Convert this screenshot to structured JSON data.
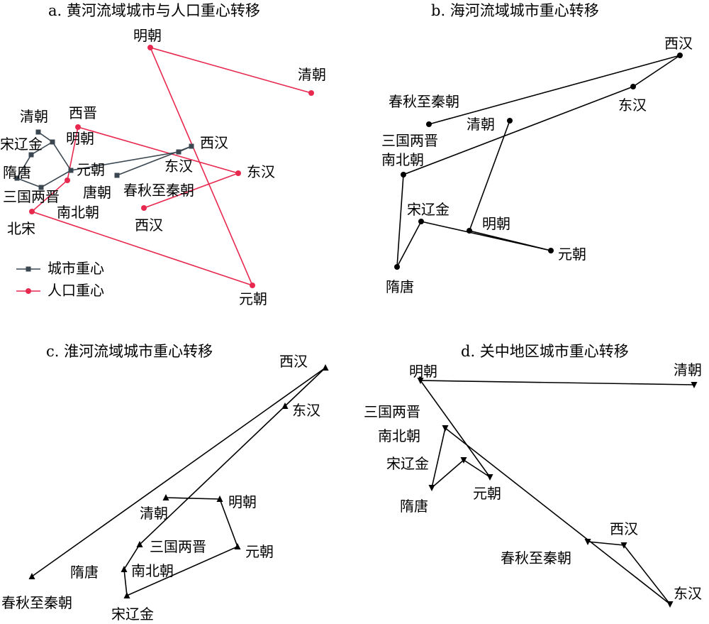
{
  "panels": {
    "a": {
      "title": "a. 黄河流域城市与人口重心转移",
      "legend": {
        "city": "城市重心",
        "population": "人口重心"
      },
      "city_path_labels": [
        "春秋至秦朝",
        "西汉",
        "东汉",
        "三国两晋",
        "南北朝",
        "隋唐",
        "宋辽金",
        "元朝",
        "明朝",
        "清朝"
      ],
      "population_path_labels": [
        "西汉",
        "东汉",
        "西晋",
        "唐朝",
        "北宋",
        "元朝",
        "明朝",
        "清朝"
      ],
      "labels": {
        "ming_pop": "明朝",
        "qing_pop": "清朝",
        "qing_city": "清朝",
        "xijin": "西晋",
        "ming_city": "明朝",
        "songliaojin": "宋辽金",
        "suitang": "隋唐",
        "yuan_city": "元朝",
        "sanguo": "三国两晋",
        "tang": "唐朝",
        "nanbei": "南北朝",
        "beisong": "北宋",
        "xihan_city": "西汉",
        "donghan_city": "东汉",
        "donghan_pop": "东汉",
        "chunqiu": "春秋至秦朝",
        "xihan_pop": "西汉",
        "yuan_pop": "元朝"
      }
    },
    "b": {
      "title": "b. 海河流域城市重心转移",
      "path_labels": [
        "春秋至秦朝",
        "西汉",
        "东汉",
        "三国两晋南北朝",
        "隋唐",
        "宋辽金",
        "元朝",
        "明朝",
        "清朝"
      ],
      "labels": {
        "xihan": "西汉",
        "chunqiu": "春秋至秦朝",
        "donghan": "东汉",
        "qing": "清朝",
        "sanguo": "三国两晋",
        "nanbei": "南北朝",
        "songliaojin": "宋辽金",
        "ming": "明朝",
        "yuan": "元朝",
        "suitang": "隋唐"
      }
    },
    "c": {
      "title": "c. 淮河流域城市重心转移",
      "path_labels": [
        "春秋至秦朝",
        "西汉",
        "东汉",
        "三国两晋南北朝",
        "隋唐",
        "宋辽金",
        "元朝",
        "明朝",
        "清朝"
      ],
      "labels": {
        "xihan": "西汉",
        "donghan": "东汉",
        "ming": "明朝",
        "qing": "清朝",
        "sanguo": "三国两晋",
        "yuan": "元朝",
        "suitang": "隋唐",
        "nanbei": "南北朝",
        "chunqiu": "春秋至秦朝",
        "songliaojin": "宋辽金"
      }
    },
    "d": {
      "title": "d. 关中地区城市重心转移",
      "path_labels": [
        "春秋至秦朝",
        "西汉",
        "东汉",
        "三国两晋南北朝",
        "隋唐",
        "宋辽金",
        "元朝",
        "明朝",
        "清朝"
      ],
      "labels": {
        "ming": "明朝",
        "qing": "清朝",
        "sanguo": "三国两晋",
        "nanbei": "南北朝",
        "songliaojin": "宋辽金",
        "yuan": "元朝",
        "suitang": "隋唐",
        "xihan": "西汉",
        "chunqiu": "春秋至秦朝",
        "donghan": "东汉"
      }
    }
  },
  "colors": {
    "city": "#3a4650",
    "population": "#e8294f",
    "line": "#000000"
  }
}
